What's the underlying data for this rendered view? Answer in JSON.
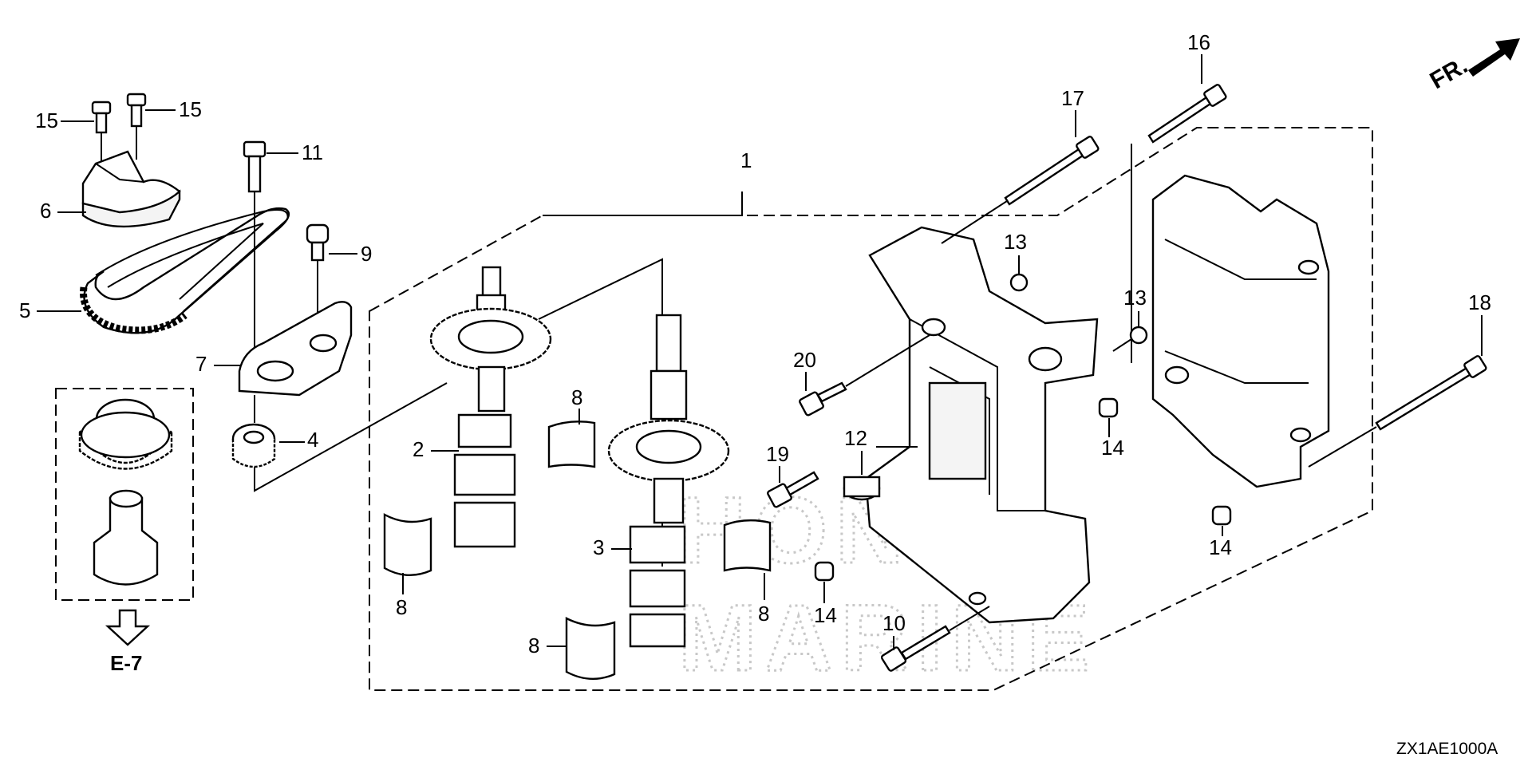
{
  "diagram_code": "ZX1AE1000A",
  "front_indicator": "FR.",
  "reference": "E-7",
  "watermark": [
    "HONDA",
    "MARINE"
  ],
  "callouts": {
    "c1": "1",
    "c2": "2",
    "c3": "3",
    "c4": "4",
    "c5": "5",
    "c6": "6",
    "c7": "7",
    "c8a": "8",
    "c8b": "8",
    "c8c": "8",
    "c8d": "8",
    "c9": "9",
    "c10": "10",
    "c11": "11",
    "c12": "12",
    "c13a": "13",
    "c13b": "13",
    "c14a": "14",
    "c14b": "14",
    "c14c": "14",
    "c15a": "15",
    "c15b": "15",
    "c16": "16",
    "c17": "17",
    "c18": "18",
    "c19": "19",
    "c20": "20"
  }
}
